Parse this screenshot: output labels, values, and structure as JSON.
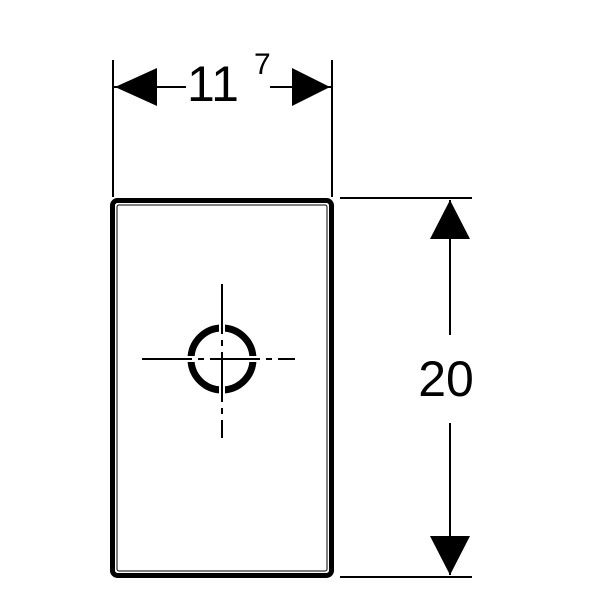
{
  "drawing": {
    "width_dimension": {
      "main": "11",
      "superscript": "7"
    },
    "height_dimension": {
      "label": "20"
    }
  }
}
